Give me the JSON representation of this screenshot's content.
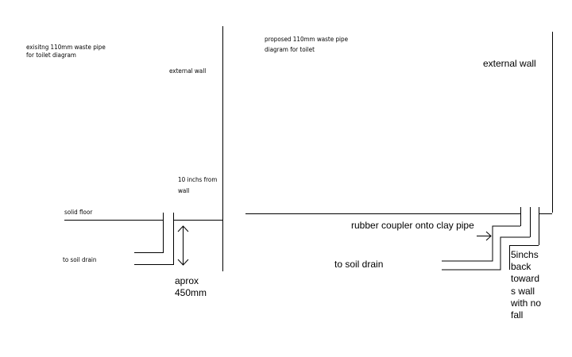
{
  "left_diagram": {
    "title_line1": "exisitng 110mm waste pipe",
    "title_line2": "for toilet diagram",
    "external_wall": "external wall",
    "gap_note_line1": "10 inchs from",
    "gap_note_line2": "wall",
    "solid_floor": "solid floor",
    "to_soil_drain": "to soil drain",
    "depth_line1": "aprox",
    "depth_line2": "450mm"
  },
  "right_diagram": {
    "title_line1": "proposed 110mm waste pipe",
    "title_line2": "diagram for toilet",
    "external_wall": "external wall",
    "coupler_note": "rubber coupler onto clay pipe",
    "to_soil_drain": "to soil drain",
    "offset_note": [
      "5inchs",
      "back",
      "toward",
      "s wall",
      "with no",
      "fall"
    ]
  },
  "colors": {
    "ink": "#000000",
    "background": "#ffffff"
  }
}
